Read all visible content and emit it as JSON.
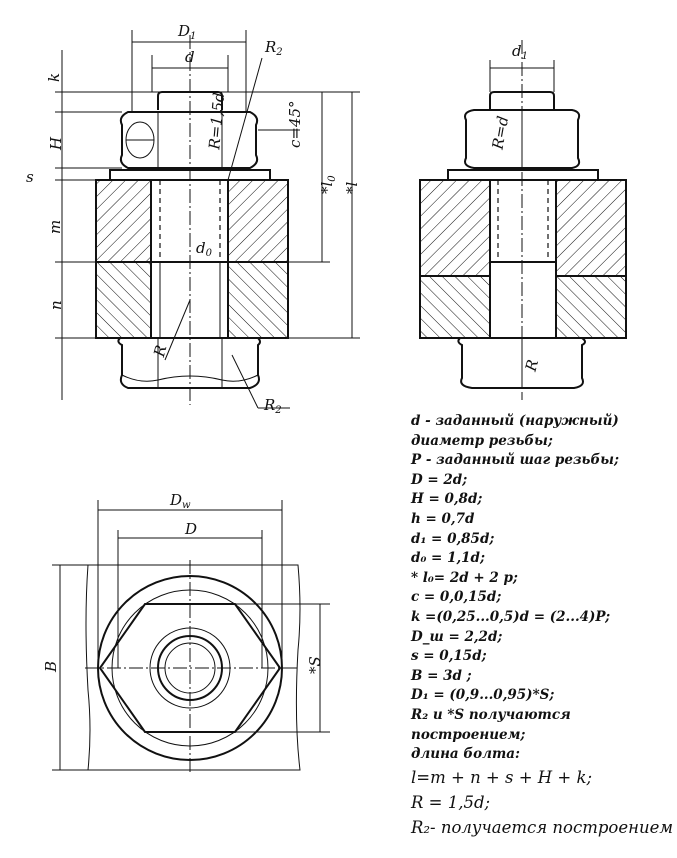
{
  "labels": {
    "D1": "D",
    "D1_sub": "1",
    "d": "d",
    "R2": "R",
    "R2_sub": "2",
    "k": "k",
    "H": "H",
    "s": "s",
    "m": "m",
    "n": "n",
    "d0": "d",
    "d0_sub": "0",
    "R_nut": "R=1,5d",
    "c": "c=45°",
    "l0": "*l",
    "l0_sub": "0",
    "l": "*l",
    "R": "R",
    "d1": "d",
    "d1_sub": "1",
    "R_side": "R=d",
    "R_small": "R",
    "Dw": "D",
    "Dw_sub": "w",
    "D": "D",
    "B": "B",
    "S": "*S"
  },
  "legend": [
    "d - заданный (наружный)",
    "диаметр резьбы;",
    "P - заданный шаг резьбы;",
    "D = 2d;",
    "H = 0,8d;",
    "h = 0,7d",
    "d₁ = 0,85d;",
    "d₀ = 1,1d;",
    "* l₀= 2d + 2 p;",
    "c = 0,0,15d;",
    "k =(0,25...0,5)d = (2...4)P;",
    "D_ш = 2,2d;",
    "s = 0,15d;",
    "B = 3d ;",
    "D₁ = (0,9...0,95)*S;",
    "R₂ и *S получаются",
    "построением;",
    "длина болта:"
  ],
  "legend_big": [
    "l=m + n + s + H + k;",
    "R = 1,5d;",
    "R₂- получается построением"
  ]
}
